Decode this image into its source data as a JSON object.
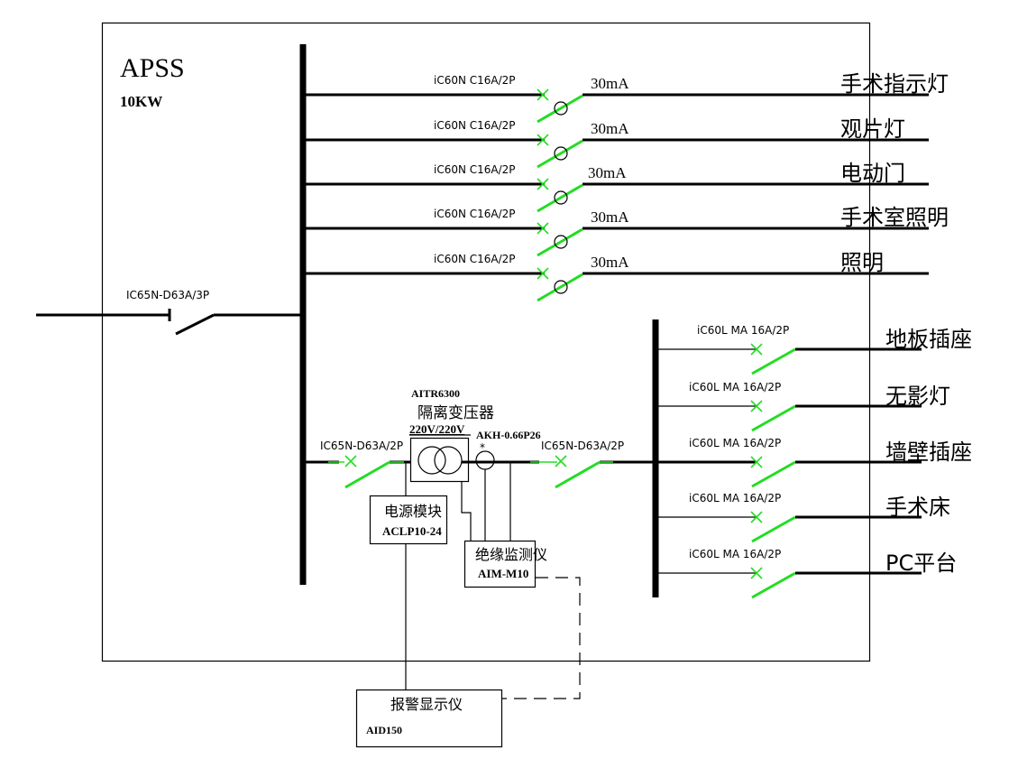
{
  "panel": {
    "name": "APSS",
    "power": "10KW"
  },
  "incoming": {
    "breaker": "IC65N-D63A/3P"
  },
  "upper_circuits": [
    {
      "breaker": "iC60N C16A/2P",
      "rcd": "30mA",
      "load": "手术指示灯"
    },
    {
      "breaker": "iC60N C16A/2P",
      "rcd": "30mA",
      "load": "观片灯"
    },
    {
      "breaker": "iC60N C16A/2P",
      "rcd": "30mA",
      "load": "电动门"
    },
    {
      "breaker": "iC60N C16A/2P",
      "rcd": "30mA",
      "load": "手术室照明"
    },
    {
      "breaker": "iC60N C16A/2P",
      "rcd": "30mA",
      "load": "照明"
    }
  ],
  "isolation": {
    "input_breaker": "IC65N-D63A/2P",
    "transformer_model": "AITR6300",
    "transformer_name": "隔离变压器",
    "transformer_voltage": "220V/220V",
    "ct_model": "AKH-0.66P26",
    "output_breaker": "IC65N-D63A/2P"
  },
  "power_module": {
    "name": "电源模块",
    "model": "ACLP10-24"
  },
  "insulation_monitor": {
    "name": "绝缘监测仪",
    "model": "AIM-M10"
  },
  "alarm_display": {
    "name": "报警显示仪",
    "model": "AID150"
  },
  "lower_circuits": [
    {
      "breaker": "iC60L MA 16A/2P",
      "load": "地板插座"
    },
    {
      "breaker": "iC60L MA 16A/2P",
      "load": "无影灯"
    },
    {
      "breaker": "iC60L MA 16A/2P",
      "load": "墙壁插座"
    },
    {
      "breaker": "iC60L MA 16A/2P",
      "load": "手术床"
    },
    {
      "breaker": "iC60L MA 16A/2P",
      "load": "PC平台"
    }
  ],
  "colors": {
    "breaker_symbol": "#22dd22",
    "line": "#000000"
  }
}
